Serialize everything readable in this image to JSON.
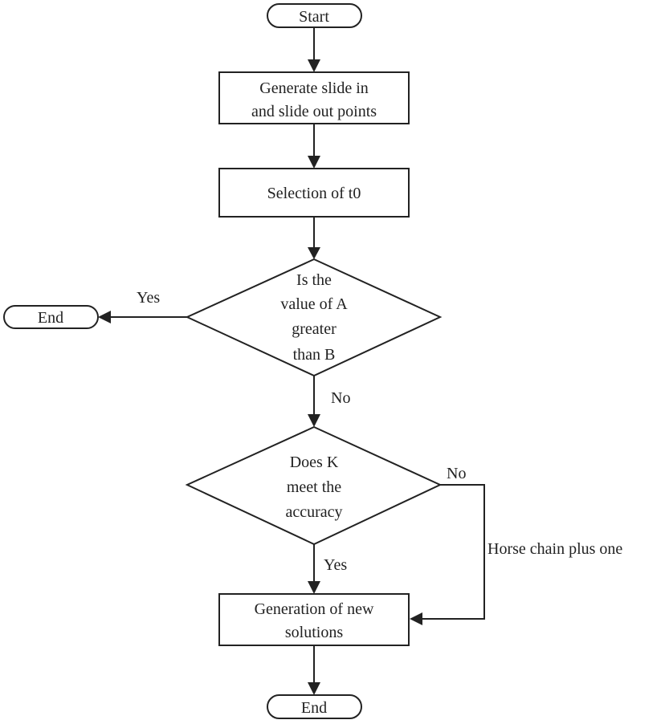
{
  "nodes": {
    "start": {
      "label": "Start"
    },
    "generate": {
      "line1": "Generate slide in",
      "line2": "and slide out points"
    },
    "selection": {
      "label": "Selection of t0"
    },
    "decision_a": {
      "line1": "Is the",
      "line2": "value of A",
      "line3": "greater",
      "line4": "than B"
    },
    "end_left": {
      "label": "End"
    },
    "decision_k": {
      "line1": "Does K",
      "line2": "meet the",
      "line3": "accuracy"
    },
    "generation": {
      "line1": "Generation of new",
      "line2": "solutions"
    },
    "end_bottom": {
      "label": "End"
    }
  },
  "edges": {
    "a_yes": "Yes",
    "a_no": "No",
    "k_no": "No",
    "k_yes": "Yes",
    "loop_label": "Horse chain plus one"
  },
  "colors": {
    "stroke": "#222222",
    "background": "#ffffff"
  }
}
